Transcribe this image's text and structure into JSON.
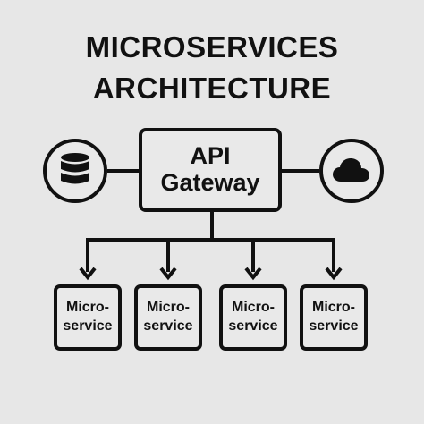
{
  "title": {
    "line1": "MICROSERVICES",
    "line2": "ARCHITECTURE"
  },
  "gateway": {
    "line1": "API",
    "line2": "Gateway"
  },
  "connected_nodes": [
    {
      "icon": "database-icon"
    },
    {
      "icon": "cloud-icon"
    }
  ],
  "microservices": [
    {
      "line1": "Micro-",
      "line2": "service"
    },
    {
      "line1": "Micro-",
      "line2": "service"
    },
    {
      "line1": "Micro-",
      "line2": "service"
    },
    {
      "line1": "Micro-",
      "line2": "service"
    }
  ],
  "colors": {
    "background": "#e7e7e7",
    "stroke": "#111111",
    "box_fill": "#e9e9e9"
  }
}
